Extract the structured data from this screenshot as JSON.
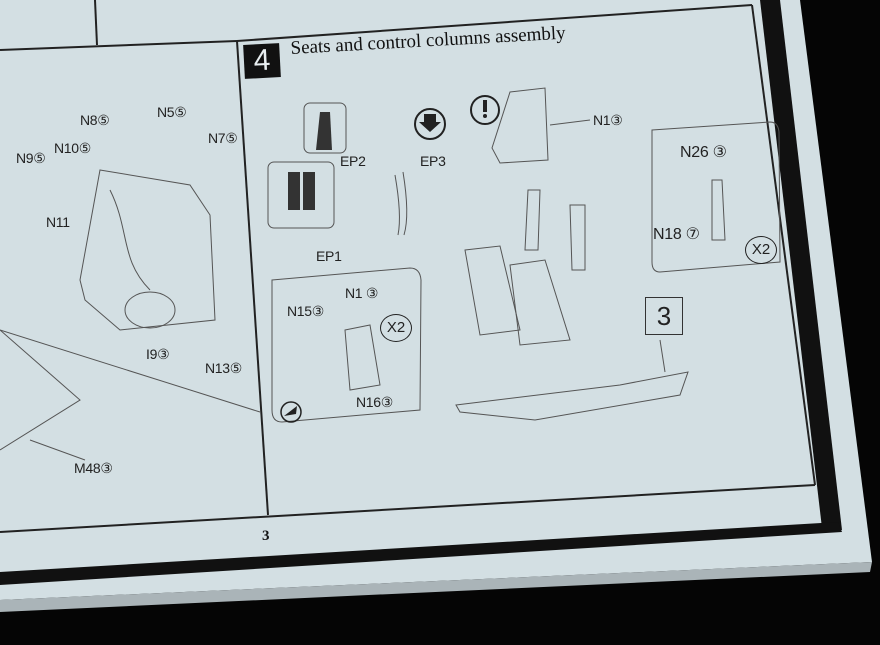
{
  "step": {
    "number": "4",
    "title": "Seats and control columns assembly"
  },
  "page_number": "3",
  "left_panel_labels": [
    "N8⑤",
    "N5⑤",
    "N7⑤",
    "N9⑤",
    "N10⑤",
    "N11",
    "I9③",
    "N13⑤",
    "M48③"
  ],
  "step4_labels": {
    "ep2": "EP2",
    "ep3": "EP3",
    "ep1": "EP1",
    "n1_top": "N1③",
    "n26": "N26 ③",
    "n18": "N18 ⑦",
    "n1_inset": "N1 ③",
    "n15": "N15③",
    "n16": "N16③",
    "x2_right": "X2",
    "x2_left": "X2",
    "ref_box": "3"
  },
  "icons": [
    "attention-icon",
    "flip-arrow-icon",
    "cut-icon"
  ],
  "colors": {
    "paper": "#d3dfe3",
    "ink": "#222222",
    "border": "#111111"
  }
}
